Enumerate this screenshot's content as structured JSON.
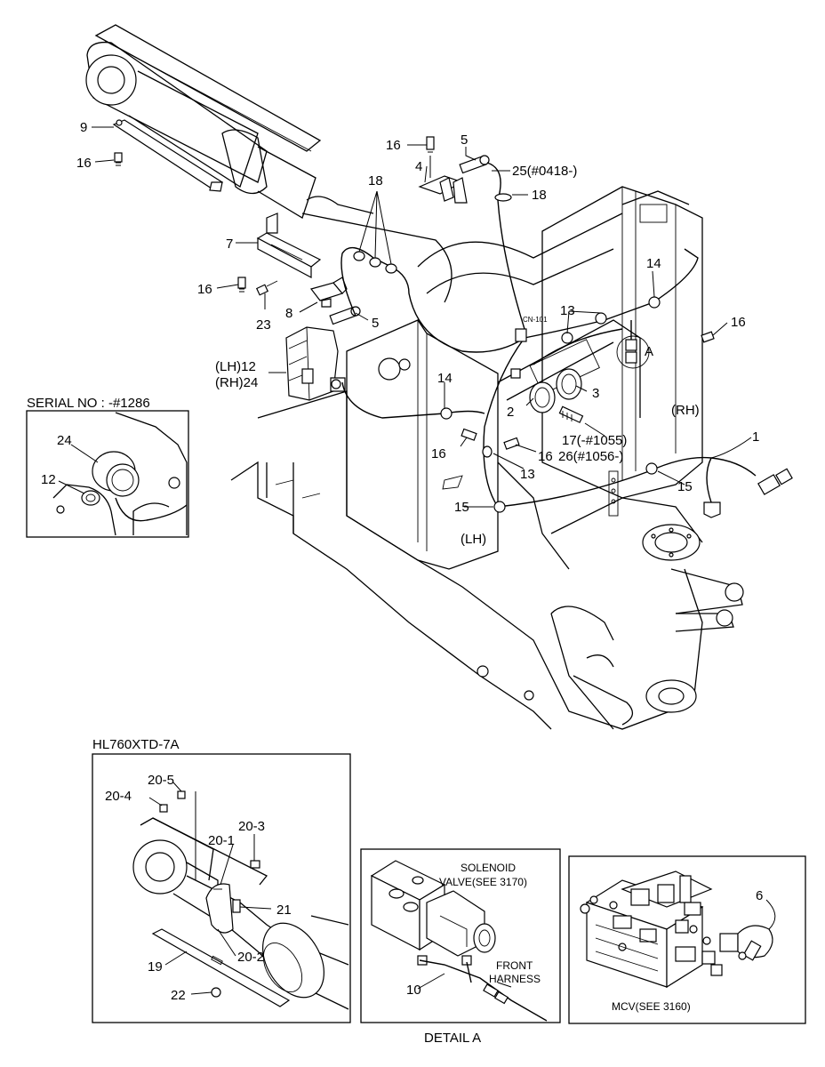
{
  "serial_panel": {
    "title": "SERIAL NO : -#1286",
    "callouts": [
      "24",
      "12"
    ]
  },
  "main_callouts": {
    "c9": "9",
    "c16a": "16",
    "c16b": "16",
    "c5a": "5",
    "c4": "4",
    "c25": "25(#0418-)",
    "c18a": "18",
    "c18b": "18",
    "c7": "7",
    "c16c": "16",
    "c23": "23",
    "c8": "8",
    "c5b": "5",
    "cn101": "CN-101",
    "c13a": "13",
    "c14a": "14",
    "c16d": "16",
    "cA": "A",
    "lh12": "(LH)12",
    "rh24": "(RH)24",
    "c14b": "14",
    "c3": "3",
    "c2": "2",
    "rh": "(RH)",
    "c1": "1",
    "c17": "17(-#1055)",
    "c16e": "16",
    "c16f": "16",
    "c26": "26(#1056-)",
    "c13b": "13",
    "c15a": "15",
    "c15b": "15",
    "lh": "(LH)"
  },
  "hl_panel": {
    "title": "HL760XTD-7A",
    "callouts": {
      "c205": "20-5",
      "c204": "20-4",
      "c203": "20-3",
      "c201": "20-1",
      "c21": "21",
      "c202": "20-2",
      "c19": "19",
      "c22": "22"
    }
  },
  "detail_panel": {
    "label_line1": "SOLENOID",
    "label_line2": "VALVE(SEE 3170)",
    "front_line1": "FRONT",
    "front_line2": "HARNESS",
    "c10": "10",
    "caption": "DETAIL A"
  },
  "mcv_panel": {
    "c6": "6",
    "label": "MCV(SEE 3160)"
  }
}
